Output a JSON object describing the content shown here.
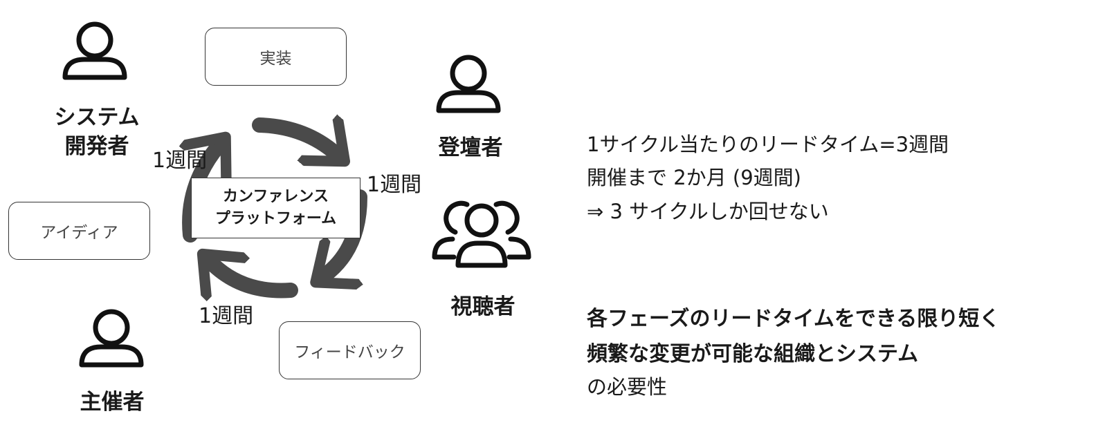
{
  "roles": {
    "dev_line1": "システム",
    "dev_line2": "開発者",
    "speaker": "登壇者",
    "viewer": "視聴者",
    "organizer": "主催者"
  },
  "phases": {
    "impl": "実装",
    "idea": "アイディア",
    "feedback": "フィードバック"
  },
  "cycle": {
    "week_top_left": "1週間",
    "week_right": "1週間",
    "week_bottom": "1週間",
    "platform_line1": "カンファレンス",
    "platform_line2": "プラットフォーム"
  },
  "notes": {
    "line1": "1サイクル当たりのリードタイム=3週間",
    "line2": "開催まで 2か月 (9週間)",
    "line3": "⇒ 3 サイクルしか回せない"
  },
  "conclusion": {
    "line1": "各フェーズのリードタイムをできる限り短く",
    "line2": "頻繁な変更が可能な組織とシステム",
    "line3": "の必要性"
  },
  "icons": [
    "person-icon",
    "group-icon",
    "cycle-arrow-icon"
  ],
  "colors": {
    "arrow": "#4a4a4a",
    "stroke": "#111111"
  }
}
